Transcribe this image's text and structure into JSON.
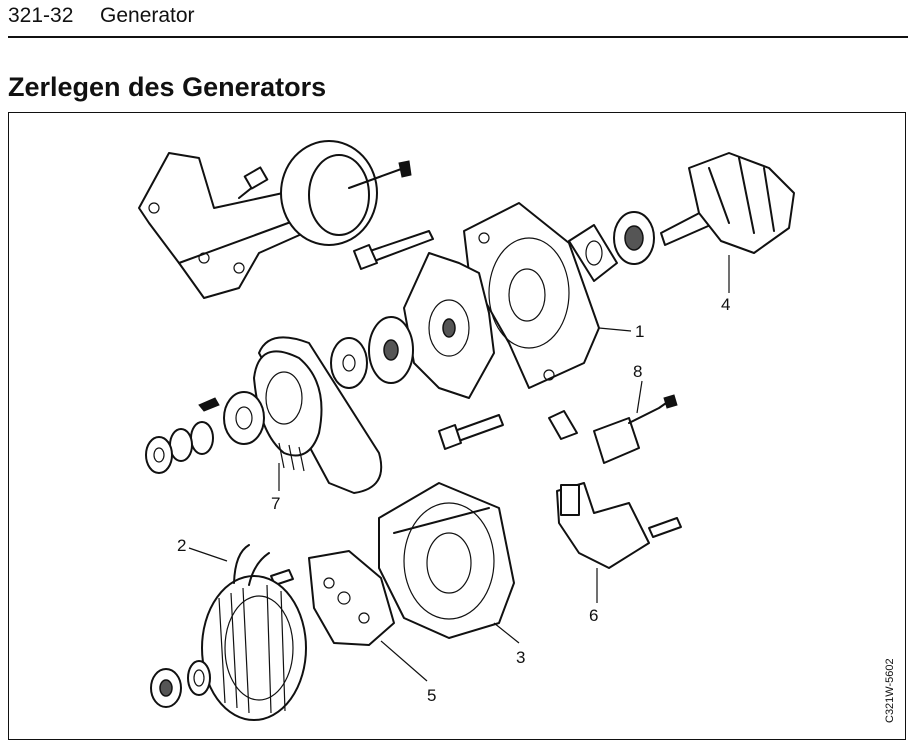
{
  "header": {
    "section_code": "321-32",
    "section_name": "Generator"
  },
  "title": "Zerlegen des Generators",
  "figure": {
    "id": "C321W-5602",
    "callouts": [
      "1",
      "2",
      "3",
      "4",
      "5",
      "6",
      "7",
      "8"
    ]
  }
}
